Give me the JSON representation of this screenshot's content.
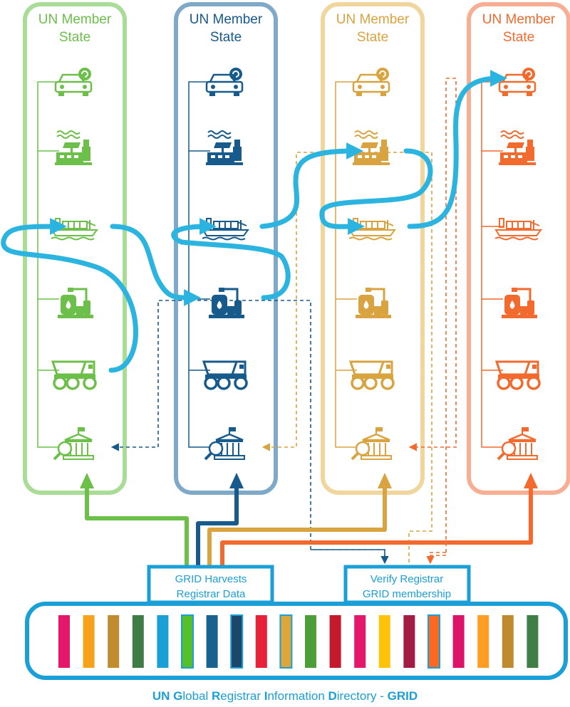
{
  "states": [
    {
      "title_line1": "UN Member",
      "title_line2": "State",
      "color": "#6cc04a",
      "border": "#a9dc96"
    },
    {
      "title_line1": "UN Member",
      "title_line2": "State",
      "color": "#175a8c",
      "border": "#7ea9c9"
    },
    {
      "title_line1": "UN Member",
      "title_line2": "State",
      "color": "#d9a33f",
      "border": "#f0d59c"
    },
    {
      "title_line1": "UN Member",
      "title_line2": "State",
      "color": "#f26a2e",
      "border": "#f7ae93"
    }
  ],
  "entity_icons": [
    "car-icon",
    "factory-icon",
    "cargo-ship-icon",
    "refinery-icon",
    "dump-truck-icon",
    "registrar-icon"
  ],
  "boxes": {
    "harvest_line1": "GRID Harvests",
    "harvest_line2": "Registrar Data",
    "verify_line1": "Verify Registrar",
    "verify_line2": "GRID membership"
  },
  "footer": {
    "parts": [
      {
        "text": "UN ",
        "bold": true
      },
      {
        "text": "G",
        "bold": true
      },
      {
        "text": "lobal ",
        "bold": false
      },
      {
        "text": "R",
        "bold": true
      },
      {
        "text": "egistrar ",
        "bold": false
      },
      {
        "text": "I",
        "bold": true
      },
      {
        "text": "nformation ",
        "bold": false
      },
      {
        "text": "D",
        "bold": true
      },
      {
        "text": "irectory - ",
        "bold": false
      },
      {
        "text": "GRID",
        "bold": true
      }
    ]
  },
  "sdg_colors": [
    "#e5176b",
    "#f7a21b",
    "#c18c2e",
    "#3f7c46",
    "#1a9fd6",
    "#56c02b",
    "#19618f",
    "#1d466b",
    "#e8203a",
    "#dda63a",
    "#4c9f38",
    "#c5192d",
    "#e5176b",
    "#fdc30a",
    "#a31c44",
    "#fd6925",
    "#dd1367",
    "#fd9d24",
    "#bf8b2e",
    "#3f7e44"
  ],
  "colors": {
    "flow": "#2bb4e0",
    "grid": "#1a9fd6"
  }
}
